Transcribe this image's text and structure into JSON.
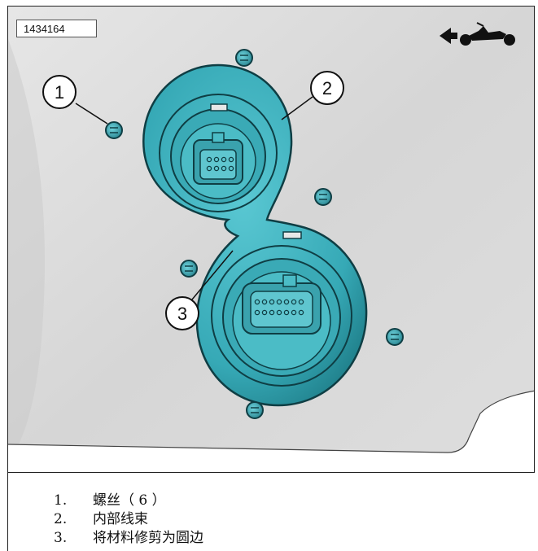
{
  "figure": {
    "id_label": "1434164",
    "direction_icon": "arrow-left-motorcycle-icon",
    "callouts": [
      "1",
      "2",
      "3"
    ],
    "colors": {
      "background": "#dcdcdc",
      "connector_plate": "#3fb0bc",
      "callout_border": "#111111"
    }
  },
  "legend": [
    {
      "num": "1.",
      "text": "螺丝（ 6 ）"
    },
    {
      "num": "2.",
      "text": "内部线束"
    },
    {
      "num": "3.",
      "text": "将材料修剪为圆边"
    }
  ]
}
